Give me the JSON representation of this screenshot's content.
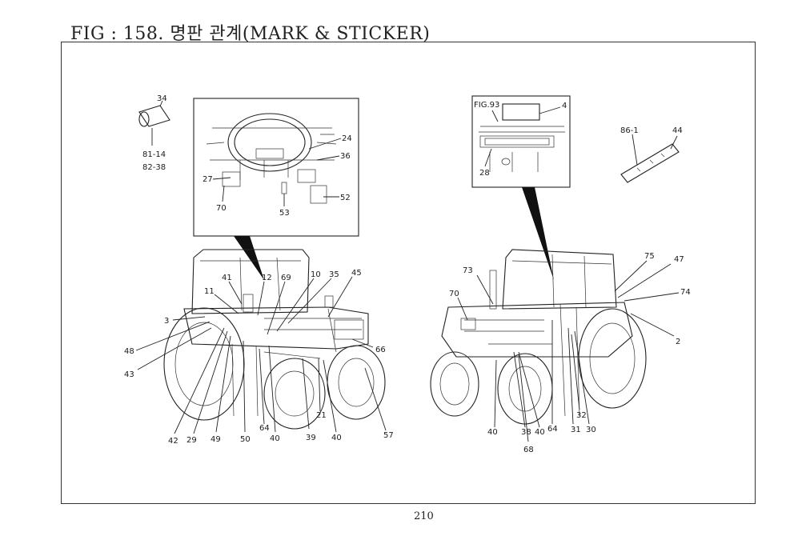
{
  "figure": {
    "title": "FIG : 158. 명판 관계(MARK & STICKER)",
    "page_number": "210"
  },
  "callouts": {
    "c34": "34",
    "c81_14": "81-14",
    "c82_38": "82-38",
    "c24": "24",
    "c36": "36",
    "c27": "27",
    "c70a": "70",
    "c53": "53",
    "c52": "52",
    "fig93": "FIG.93",
    "c4": "4",
    "c28": "28",
    "c86_1": "86-1",
    "c44": "44",
    "c41": "41",
    "c12": "12",
    "c69": "69",
    "c10": "10",
    "c35": "35",
    "c45": "45",
    "c11": "11",
    "c3": "3",
    "c48": "48",
    "c43": "43",
    "c66": "66",
    "c42": "42",
    "c29": "29",
    "c49": "49",
    "c50": "50",
    "c64a": "64",
    "c40a": "40",
    "c39": "39",
    "c21": "21",
    "c40b": "40",
    "c57": "57",
    "c73": "73",
    "c70b": "70",
    "c75": "75",
    "c47": "47",
    "c74": "74",
    "c2": "2",
    "c40c": "40",
    "c38": "38",
    "c40d": "40",
    "c64b": "64",
    "c31": "31",
    "c30": "30",
    "c32": "32",
    "c68": "68"
  }
}
